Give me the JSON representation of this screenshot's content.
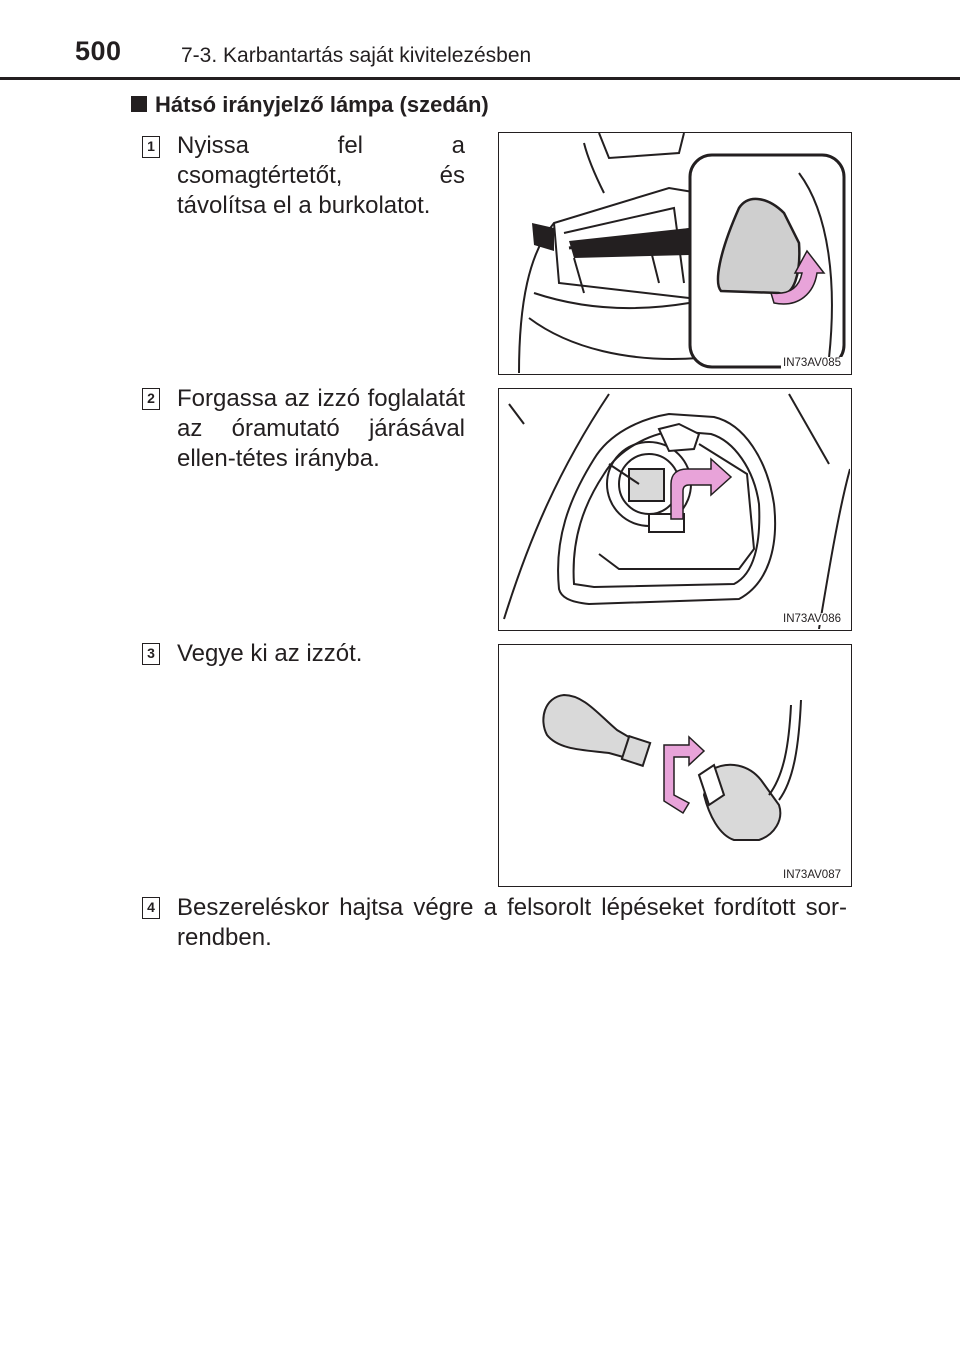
{
  "header": {
    "page_number": "500",
    "section_title": "7-3. Karbantartás saját kivitelezésben"
  },
  "heading": "Hátsó irányjelző lámpa (szedán)",
  "steps": [
    {
      "number": "1",
      "text": "Nyissa fel a csomagtértetőt, és távolítsa el a burkolatot.",
      "figure_code": "IN73AV085"
    },
    {
      "number": "2",
      "text": "Forgassa az izzó foglalatát az óramutató járásával ellen-tétes irányba.",
      "figure_code": "IN73AV086"
    },
    {
      "number": "3",
      "text": "Vegye ki az izzót.",
      "figure_code": "IN73AV087"
    },
    {
      "number": "4",
      "text": "Beszereléskor hajtsa végre a felsorolt lépéseket fordított sor-rendben."
    }
  ],
  "colors": {
    "text": "#231f20",
    "arrow_pink": "#e8a3d9",
    "part_gray": "#cfcfcf"
  }
}
